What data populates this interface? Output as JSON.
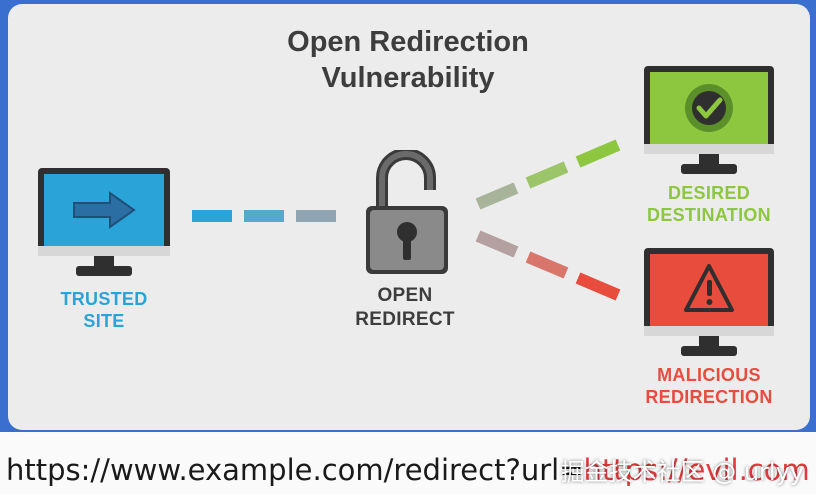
{
  "title_line1": "Open Redirection",
  "title_line2": "Vulnerability",
  "labels": {
    "trusted_line1": "TRUSTED",
    "trusted_line2": "SITE",
    "open_line1": "OPEN",
    "open_line2": "REDIRECT",
    "desired_line1": "DESIRED",
    "desired_line2": "DESTINATION",
    "malicious_line1": "MALICIOUS",
    "malicious_line2": "REDIRECTION"
  },
  "url": {
    "prefix": "https://www.example.com/redirect?url=",
    "evil": "https://evil.com"
  },
  "watermark": "掘金技术社区 @ urlyy",
  "colors": {
    "trusted": "#2aa3d8",
    "desired": "#8dc63f",
    "malicious": "#e74c3c",
    "text_dark": "#3d3d3d",
    "monitor_frame": "#2f2f2f",
    "lock": "#8a8a8a"
  },
  "icons": [
    "arrow-right-icon",
    "padlock-open-icon",
    "checkmark-badge-icon",
    "warning-triangle-icon"
  ]
}
